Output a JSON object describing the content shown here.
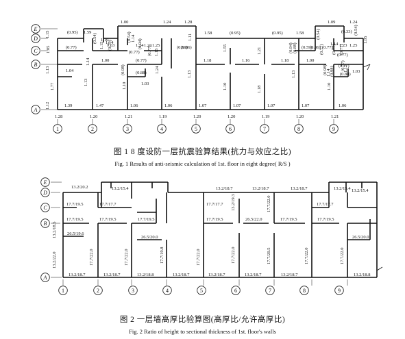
{
  "fig1": {
    "caption_zh": "图 1  8 度设防一层抗震验算结果(抗力与效应之比)",
    "caption_en": "Fig. 1   Results of anti-seismic calculation of 1st. floor in eight degree( R/S )",
    "axis_letters": [
      "E",
      "D",
      "C",
      "B",
      "A"
    ],
    "axis_numbers": [
      "1",
      "2",
      "3",
      "4",
      "5",
      "6",
      "7",
      "8",
      "9"
    ],
    "bottom_dims": [
      "1.28",
      "1.20",
      "1.21",
      "1.19",
      "1.20",
      "1.20",
      "1.19",
      "1.20",
      "1.21"
    ],
    "labels": [
      {
        "t": "(0.95)",
        "dir": "h"
      },
      {
        "t": "1.59",
        "dir": "h"
      },
      {
        "t": "1.00",
        "dir": "h"
      },
      {
        "t": "1.24",
        "dir": "h"
      },
      {
        "t": "1.28",
        "dir": "h"
      },
      {
        "t": "1.58",
        "dir": "h"
      },
      {
        "t": "(0.95)",
        "dir": "h"
      },
      {
        "t": "(0.95)",
        "dir": "h"
      },
      {
        "t": "1.58",
        "dir": "h"
      },
      {
        "t": "1.09",
        "dir": "h"
      },
      {
        "t": "1.24",
        "dir": "h"
      },
      {
        "t": "1.14",
        "dir": "h"
      },
      {
        "t": "1.10",
        "dir": "h"
      },
      {
        "t": "1.63",
        "dir": "h"
      },
      {
        "t": "1.24",
        "dir": "h"
      },
      {
        "t": "1.23",
        "dir": "h"
      },
      {
        "t": "1.25",
        "dir": "h"
      },
      {
        "t": "(0.77)",
        "dir": "h"
      },
      {
        "t": "(0.77)",
        "dir": "h"
      },
      {
        "t": "(0.86)",
        "dir": "h"
      },
      {
        "t": "(0.59)",
        "dir": "h"
      },
      {
        "t": "(0.59)",
        "dir": "h"
      },
      {
        "t": "(0.86)",
        "dir": "h"
      },
      {
        "t": "(0.33)",
        "dir": "h"
      },
      {
        "t": "1.14",
        "dir": "h"
      },
      {
        "t": "1.23",
        "dir": "h"
      },
      {
        "t": "1.25",
        "dir": "h"
      },
      {
        "t": "(0.77)",
        "dir": "h"
      },
      {
        "t": "(0.77)",
        "dir": "h"
      },
      {
        "t": "(0.77)",
        "dir": "h"
      },
      {
        "t": "1.00",
        "dir": "h"
      },
      {
        "t": "(0.77)",
        "dir": "h"
      },
      {
        "t": "1.18",
        "dir": "h"
      },
      {
        "t": "1.16",
        "dir": "h"
      },
      {
        "t": "1.18",
        "dir": "h"
      },
      {
        "t": "1.00",
        "dir": "h"
      },
      {
        "t": "1.04",
        "dir": "h"
      },
      {
        "t": "(0.88)",
        "dir": "h"
      },
      {
        "t": "1.03",
        "dir": "h"
      },
      {
        "t": "(0.88)",
        "dir": "h"
      },
      {
        "t": "1.03",
        "dir": "h"
      },
      {
        "t": "1.39",
        "dir": "h"
      },
      {
        "t": "1.47",
        "dir": "h"
      },
      {
        "t": "1.06",
        "dir": "h"
      },
      {
        "t": "1.06",
        "dir": "h"
      },
      {
        "t": "1.07",
        "dir": "h"
      },
      {
        "t": "1.07",
        "dir": "h"
      },
      {
        "t": "1.07",
        "dir": "h"
      },
      {
        "t": "1.07",
        "dir": "h"
      },
      {
        "t": "1.06",
        "dir": "h"
      },
      {
        "t": "1.15",
        "dir": "v"
      },
      {
        "t": "1.05",
        "dir": "v"
      },
      {
        "t": "1.13",
        "dir": "v"
      },
      {
        "t": "1.77",
        "dir": "v"
      },
      {
        "t": "1.12",
        "dir": "v"
      },
      {
        "t": "1.14",
        "dir": "v"
      },
      {
        "t": "1.13",
        "dir": "v"
      },
      {
        "t": "(0.54)",
        "dir": "v"
      },
      {
        "t": "1.15",
        "dir": "v"
      },
      {
        "t": "(0.77)",
        "dir": "v"
      },
      {
        "t": "(0.98)",
        "dir": "v"
      },
      {
        "t": "1.10",
        "dir": "v"
      },
      {
        "t": "(0.54)",
        "dir": "v"
      },
      {
        "t": "1.14",
        "dir": "v"
      },
      {
        "t": "(0.94)",
        "dir": "v"
      },
      {
        "t": "(0.77)",
        "dir": "v"
      },
      {
        "t": "1.15",
        "dir": "v"
      },
      {
        "t": "1.24",
        "dir": "v"
      },
      {
        "t": "1.11",
        "dir": "v"
      },
      {
        "t": "1.13",
        "dir": "v"
      },
      {
        "t": "1.55",
        "dir": "v"
      },
      {
        "t": "1.10",
        "dir": "v"
      },
      {
        "t": "1.21",
        "dir": "v"
      },
      {
        "t": "1.18",
        "dir": "v"
      },
      {
        "t": "(0.94)",
        "dir": "v"
      },
      {
        "t": "(0.88)",
        "dir": "v"
      },
      {
        "t": "1.13",
        "dir": "v"
      },
      {
        "t": "(0.54)",
        "dir": "v"
      },
      {
        "t": "1.10",
        "dir": "v"
      },
      {
        "t": "(0.77)",
        "dir": "v"
      },
      {
        "t": "(0.98)",
        "dir": "v"
      },
      {
        "t": "1.14",
        "dir": "v"
      },
      {
        "t": "(0.54)",
        "dir": "v"
      },
      {
        "t": "1.05",
        "dir": "v"
      },
      {
        "t": "1.12",
        "dir": "v"
      },
      {
        "t": "(0.77)",
        "dir": "v"
      },
      {
        "t": "(0.77)",
        "dir": "v"
      },
      {
        "t": "(0.98)",
        "dir": "v"
      },
      {
        "t": "(0.77)",
        "dir": "v"
      }
    ]
  },
  "fig2": {
    "caption_zh": "图 2  一层墙高厚比验算图(高厚比/允许高厚比)",
    "caption_en": "Fig. 2   Ratio of height to sectional thickness of 1st. floor's walls",
    "axis_letters": [
      "E",
      "D",
      "C",
      "B",
      "A"
    ],
    "axis_numbers": [
      "1",
      "2",
      "3",
      "4",
      "5",
      "6",
      "7",
      "8",
      "9"
    ],
    "labels": [
      {
        "t": "13.2/20.2",
        "dir": "h"
      },
      {
        "t": "13.2/15.4",
        "dir": "h"
      },
      {
        "t": "13.2/15.4",
        "dir": "h"
      },
      {
        "t": "13.2/18.7",
        "dir": "h"
      },
      {
        "t": "13.2/18.7",
        "dir": "h"
      },
      {
        "t": "13.2/18.7",
        "dir": "h"
      },
      {
        "t": "13.2/15.4",
        "dir": "h"
      },
      {
        "t": "17.7/19.5",
        "dir": "h"
      },
      {
        "t": "17.7/17.7",
        "dir": "h"
      },
      {
        "t": "17.7/17.7",
        "dir": "h"
      },
      {
        "t": "17.7/17.7",
        "dir": "h"
      },
      {
        "t": "17.7/19.5",
        "dir": "h"
      },
      {
        "t": "17.7/19.5",
        "dir": "h"
      },
      {
        "t": "17.7/19.5",
        "dir": "h"
      },
      {
        "t": "17.7/19.5",
        "dir": "h"
      },
      {
        "t": "26.5/22.0",
        "dir": "h"
      },
      {
        "t": "17.7/19.5",
        "dir": "h"
      },
      {
        "t": "17.7/19.5",
        "dir": "h"
      },
      {
        "t": "26.5/19.6",
        "dir": "h"
      },
      {
        "t": "26.5/20.0",
        "dir": "h"
      },
      {
        "t": "26.5/20.0",
        "dir": "h"
      },
      {
        "t": "13.2/18.7",
        "dir": "h"
      },
      {
        "t": "13.2/18.7",
        "dir": "h"
      },
      {
        "t": "13.2/18.8",
        "dir": "h"
      },
      {
        "t": "13.2/18.7",
        "dir": "h"
      },
      {
        "t": "13.2/18.7",
        "dir": "h"
      },
      {
        "t": "13.2/18.7",
        "dir": "h"
      },
      {
        "t": "13.2/18.7",
        "dir": "h"
      },
      {
        "t": "13.2/18.8",
        "dir": "h"
      },
      {
        "t": "13.2/18.5",
        "dir": "v"
      },
      {
        "t": "13.2/22.0",
        "dir": "v"
      },
      {
        "t": "17.7/22.0",
        "dir": "v"
      },
      {
        "t": "17.7/22.0",
        "dir": "v"
      },
      {
        "t": "17.7/19.8",
        "dir": "v"
      },
      {
        "t": "17.7/22.0",
        "dir": "v"
      },
      {
        "t": "13.2/19.3",
        "dir": "v"
      },
      {
        "t": "17.7/22.0",
        "dir": "v"
      },
      {
        "t": "17.7/22.0",
        "dir": "v"
      },
      {
        "t": "17.7/20.5",
        "dir": "v"
      },
      {
        "t": "17.7/22.0",
        "dir": "v"
      },
      {
        "t": "17.7/22.0",
        "dir": "v"
      }
    ]
  }
}
